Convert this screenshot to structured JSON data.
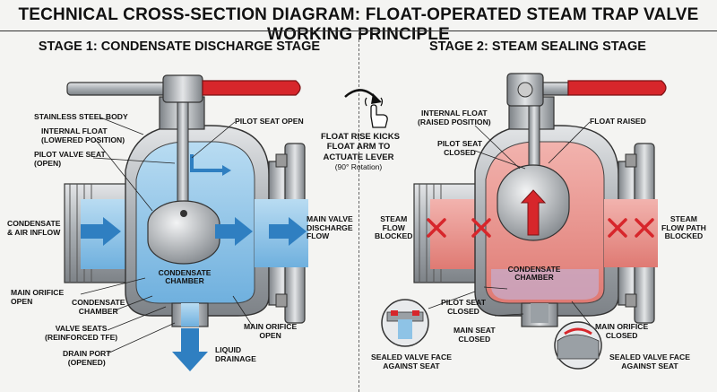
{
  "title": "TECHNICAL CROSS-SECTION DIAGRAM: FLOAT-OPERATED STEAM TRAP VALVE WORKING PRINCIPLE",
  "colors": {
    "water": "#8ec3e6",
    "water_dark": "#2f7fc1",
    "steam": "#e98c86",
    "steam_dark": "#c83b36",
    "handle_red": "#d7262b",
    "metal": "#b8bcc0",
    "metal_dark": "#6f7479"
  },
  "icons": [
    "curved-arrow-icon",
    "hand-tap-icon",
    "blocked-x-icon",
    "flow-arrow-icon"
  ],
  "stage1": {
    "title": "STAGE 1: CONDENSATE DISCHARGE STAGE",
    "labels": {
      "stainless_body": "STAINLESS STEEL BODY",
      "float_lowered": "INTERNAL FLOAT\n(LOWERED POSITION)",
      "pilot_seat": "PILOT VALVE SEAT\n(OPEN)",
      "pilot_seat_open": "PILOT SEAT OPEN",
      "inflow": "CONDENSATE\n& AIR INFLOW",
      "discharge": "MAIN VALVE\nDISCHARGE\nFLOW",
      "chamber_inner": "CONDENSATE\nCHAMBER",
      "main_orifice_left": "MAIN ORIFICE\nOPEN",
      "chamber_outer": "CONDENSATE\nCHAMBER",
      "valve_seats": "VALVE SEATS\n(REINFORCED TFE)",
      "drain_port": "DRAIN PORT\n(OPENED)",
      "liquid_drainage": "LIQUID\nDRAINAGE",
      "main_orifice_right": "MAIN ORIFICE\nOPEN"
    }
  },
  "middle": {
    "text": "FLOAT RISE KICKS\nFLOAT ARM TO\nACTUATE LEVER",
    "sub": "(90° Rotation)"
  },
  "stage2": {
    "title": "STAGE 2: STEAM SEALING STAGE",
    "labels": {
      "float_raised_pos": "INTERNAL FLOAT\n(RAISED POSITION)",
      "pilot_closed_top": "PILOT SEAT\nCLOSED",
      "float_raised": "FLOAT RAISED",
      "steam_blocked": "STEAM\nFLOW\nBLOCKED",
      "flow_path_blocked": "STEAM\nFLOW PATH\nBLOCKED",
      "chamber_inner": "CONDENSATE\nCHAMBER",
      "pilot_closed_bottom": "PILOT SEAT\nCLOSED",
      "main_seat_closed": "MAIN SEAT\nCLOSED",
      "sealed_left": "SEALED VALVE FACE\nAGAINST SEAT",
      "main_orifice_closed": "MAIN ORIFICE\nCLOSED",
      "sealed_right": "SEALED VALVE FACE\nAGAINST SEAT"
    }
  }
}
